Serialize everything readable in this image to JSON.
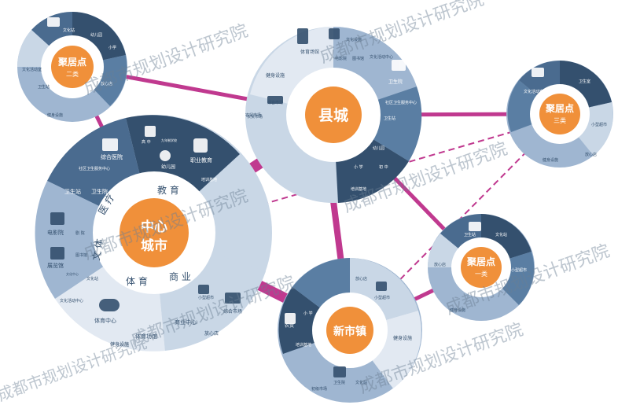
{
  "watermark": "成都市规划设计研究院",
  "colors": {
    "link": "#c0398f",
    "orange": "#f0903a",
    "dark": "#34506e",
    "mid": "#5a7ea3",
    "light": "#9fb6d1",
    "pale": "#c9d7e6"
  },
  "nodes": {
    "center_city": {
      "title_top": "中心",
      "title_bottom": "城市"
    },
    "county": {
      "title": "县城"
    },
    "new_town": {
      "title": "新市镇"
    },
    "settle_top_left": {
      "title": "聚居点",
      "subtitle": "二类"
    },
    "settle_right": {
      "title": "聚居点",
      "subtitle": "三类"
    },
    "settle_lower_right": {
      "title": "聚居点",
      "subtitle": "一类"
    }
  },
  "center_ring_labels": {
    "edu": "教  育",
    "medical": "医  疗",
    "culture": "文  体",
    "sports": "体  育",
    "commerce": "商  业"
  },
  "facilities": {
    "center": [
      "综合医院",
      "社区卫生服务中心",
      "卫生站",
      "卫生院",
      "高  中",
      "九年制学校",
      "幼儿园",
      "职业教育",
      "培训基地",
      "电影院",
      "剧  院",
      "图书馆",
      "展览馆",
      "文化站",
      "文化活动中心",
      "文化中心",
      "体育中心",
      "体育场馆",
      "健身设施",
      "小型超市",
      "综合市场",
      "商业中心",
      "农贸市场",
      "放心店"
    ],
    "county": [
      "文化设施",
      "体育场馆",
      "电影院",
      "图书馆",
      "文化活动中心",
      "健身设施",
      "卫生院",
      "社区卫生服务中心",
      "卫生站",
      "综合市场",
      "农贸市场",
      "幼儿园",
      "小  学",
      "初  中",
      "培训基地"
    ],
    "new_town": [
      "放心店",
      "小型超市",
      "健身设施",
      "农贸",
      "培训基地",
      "幼儿园",
      "小  学",
      "卫生院",
      "文化站",
      "初级市场"
    ],
    "settle_top_left": [
      "文化站",
      "幼儿园",
      "卫生站",
      "小学",
      "文化活动室",
      "放心店",
      "健身设施"
    ],
    "settle_right": [
      "卫生室",
      "文化活动室",
      "幼儿园",
      "小型超市",
      "健身设施",
      "放心店"
    ],
    "settle_lower_right": [
      "卫生站",
      "文化站",
      "幼儿园",
      "小型超市",
      "健身设施",
      "放心店"
    ]
  }
}
